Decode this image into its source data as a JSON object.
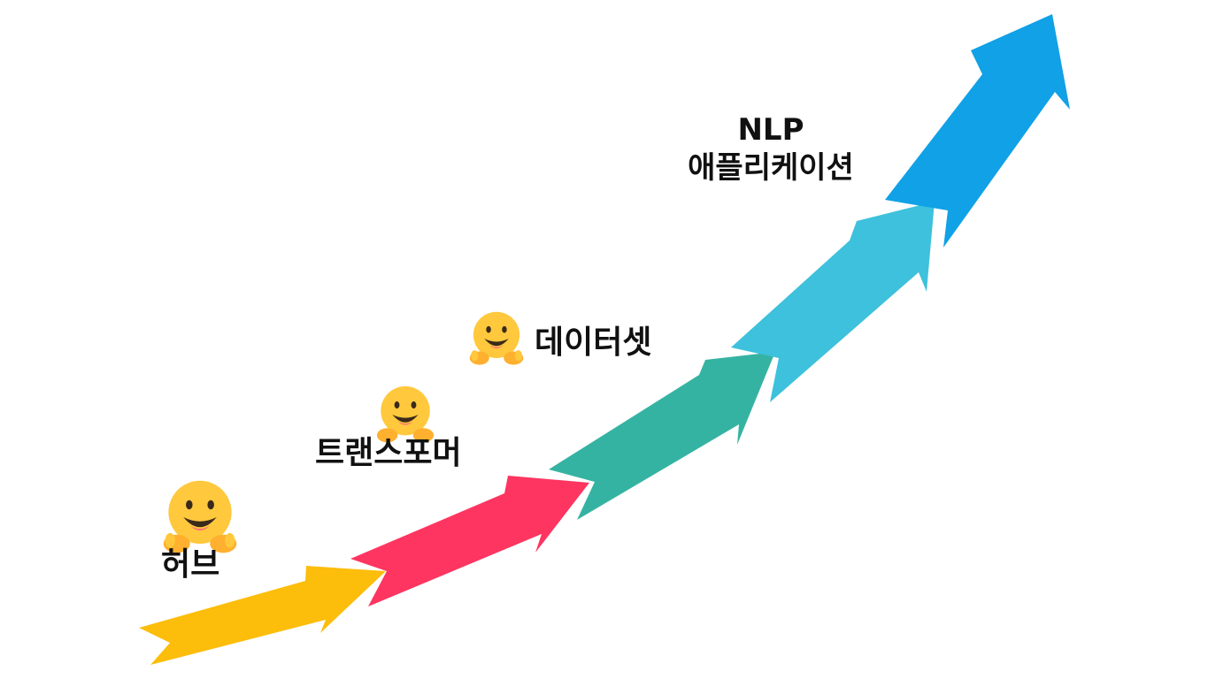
{
  "steps": [
    {
      "label": "허브",
      "color": "#FCBD0B",
      "has_icon": true
    },
    {
      "label": "트랜스포머",
      "color": "#FE3560",
      "has_icon": true
    },
    {
      "label": "데이터셋",
      "color": "#35B3A2",
      "has_icon": true
    },
    {
      "label_line1": "NLP",
      "label_line2": "애플리케이션",
      "color_a": "#3DC1DC",
      "color_b": "#10A1E6",
      "has_icon": false
    }
  ],
  "icon": "hugging-face-emoji-icon"
}
